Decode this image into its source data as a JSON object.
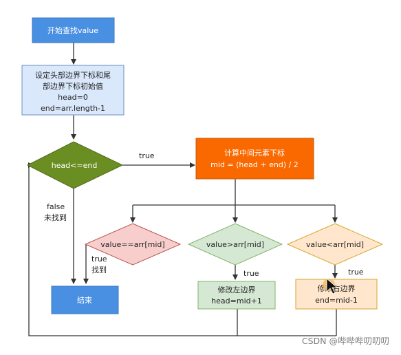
{
  "nodes": {
    "start": "开始查找value",
    "init_line1": "设定头部边界下标和尾",
    "init_line2": "部边界下标初始值",
    "init_line3": "head=0",
    "init_line4": "end=arr.length-1",
    "cond": "head<=end",
    "mid_line1": "计算中间元素下标",
    "mid_line2": "mid = (head + end) / 2",
    "eq": "value==arr[mid]",
    "gt": "value>arr[mid]",
    "lt": "value<arr[mid]",
    "end": "结束",
    "left_line1": "修改左边界",
    "left_line2": "head=mid+1",
    "right_line1": "修改右边界",
    "right_line2": "end=mid-1"
  },
  "edges": {
    "cond_true": "true",
    "cond_false1": "false",
    "cond_false2": "未找到",
    "eq_true1": "true",
    "eq_true2": "找到",
    "gt_true": "true",
    "lt_true": "true"
  },
  "watermark": "CSDN @哔哔哔叨叨叨",
  "colors": {
    "blue_fill": "#4a90e2",
    "light_blue_fill": "#dae8fc",
    "olive_fill": "#6b8e23",
    "orange_fill": "#fa6800",
    "pink_fill": "#f8cecc",
    "green_fill": "#d5e8d4",
    "yellow_fill": "#ffe6cc",
    "line": "#333333"
  }
}
